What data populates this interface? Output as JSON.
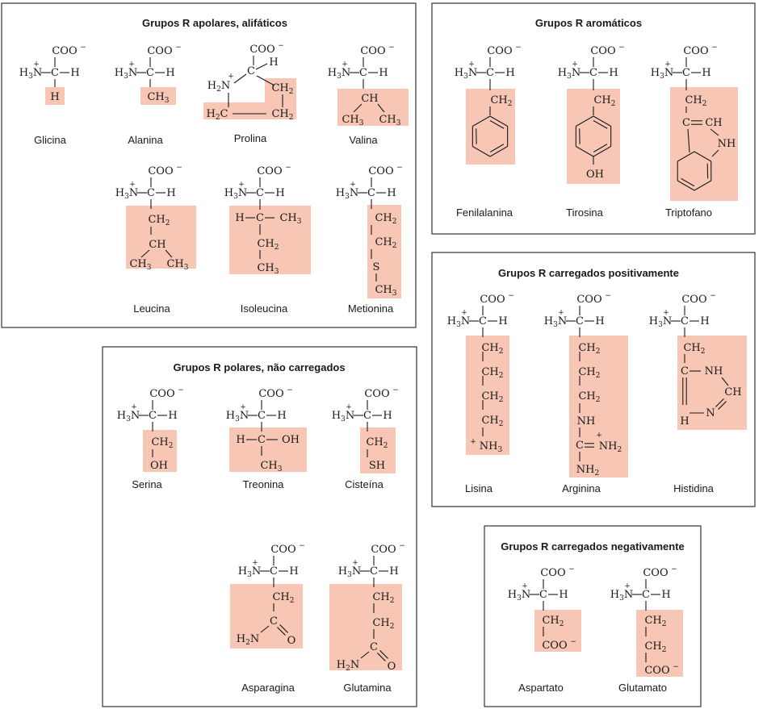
{
  "colors": {
    "r_group_fill": "#f8c6b4",
    "panel_border": "#333333",
    "text": "#1a1a1a"
  },
  "panels": {
    "nonpolar": {
      "title": "Grupos R apolares, alifáticos"
    },
    "aromatic": {
      "title": "Grupos R aromáticos"
    },
    "positive": {
      "title": "Grupos R carregados positivamente"
    },
    "polar": {
      "title": "Grupos R polares, não carregados"
    },
    "negative": {
      "title": "Grupos R carregados negativamente"
    }
  },
  "amino_acids": {
    "glicina": "Glicina",
    "alanina": "Alanina",
    "prolina": "Prolina",
    "valina": "Valina",
    "leucina": "Leucina",
    "isoleucina": "Isoleucina",
    "metionina": "Metionina",
    "fenilalanina": "Fenilalanina",
    "tirosina": "Tirosina",
    "triptofano": "Triptofano",
    "lisina": "Lisina",
    "arginina": "Arginina",
    "histidina": "Histidina",
    "serina": "Serina",
    "treonina": "Treonina",
    "cisteina": "Cisteína",
    "asparagina": "Asparagina",
    "glutamina": "Glutamina",
    "aspartato": "Aspartato",
    "glutamato": "Glutamato"
  },
  "labels": {
    "coo": "COO",
    "minus": "−",
    "plus": "+",
    "h3n": "H3N",
    "c": "C",
    "h": "H",
    "ch": "CH",
    "ch2": "CH2",
    "ch3": "CH3",
    "oh": "OH",
    "sh": "SH",
    "s": "S",
    "nh": "NH",
    "nh2": "NH2",
    "nh3": "NH3",
    "n": "N",
    "o": "O",
    "h2n": "H2N",
    "h2c": "H2C"
  }
}
